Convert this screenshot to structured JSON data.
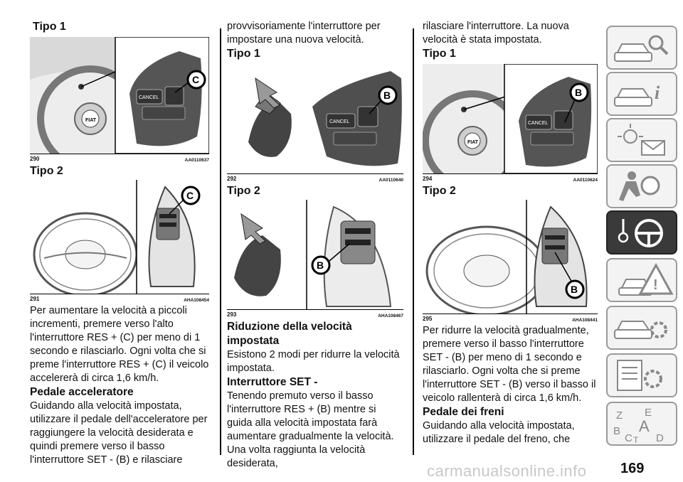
{
  "col1": {
    "heading1": "Tipo 1",
    "fig1": {
      "num": "290",
      "ref": "AA0110637",
      "callout": "C",
      "btn_cancel": "CANCEL",
      "logo": "FIAT"
    },
    "heading2": "Tipo 2",
    "fig2": {
      "num": "291",
      "ref": "AHA108454",
      "callout": "C"
    },
    "para1": "Per aumentare la velocità a piccoli incrementi, premere verso l'alto l'interruttore RES + (C) per meno di 1 secondo e rilasciarlo. Ogni volta che si preme l'interruttore RES + (C) il veicolo accelererà di circa 1,6 km/h.",
    "sub1": "Pedale acceleratore",
    "para2": "Guidando alla velocità impostata, utilizzare il pedale dell'acceleratore per raggiungere la velocità desiderata e quindi premere verso il basso l'interruttore SET - (B) e rilasciare"
  },
  "col2": {
    "para0": "provvisoriamente l'interruttore per impostare una nuova velocità.",
    "heading1": "Tipo 1",
    "fig1": {
      "num": "292",
      "ref": "AA0110640",
      "callout": "B",
      "btn_cancel": "CANCEL"
    },
    "heading2": "Tipo 2",
    "fig2": {
      "num": "293",
      "ref": "AHA108467",
      "callout": "B"
    },
    "sub1": "Riduzione della velocità impostata",
    "para1": "Esistono 2 modi per ridurre la velocità impostata.",
    "sub2": "Interruttore SET -",
    "para2": "Tenendo premuto verso il basso l'interruttore RES + (B) mentre si guida alla velocità impostata farà aumentare gradualmente la velocità. Una volta raggiunta la velocità desiderata,"
  },
  "col3": {
    "para0": "rilasciare l'interruttore. La nuova velocità è stata impostata.",
    "heading1": "Tipo 1",
    "fig1": {
      "num": "294",
      "ref": "AA0110624",
      "callout": "B",
      "btn_cancel": "CANCEL",
      "logo": "FIAT"
    },
    "heading2": "Tipo 2",
    "fig2": {
      "num": "295",
      "ref": "AHA108441",
      "callout": "B"
    },
    "para1": "Per ridurre la velocità gradualmente, premere verso il basso l'interruttore SET - (B) per meno di 1 secondo e rilasciarlo. Ogni volta che si preme l'interruttore SET - (B) verso il basso il veicolo rallenterà di circa 1,6 km/h.",
    "sub1": "Pedale dei freni",
    "para2": "Guidando alla velocità impostata, utilizzare il pedale del freno, che"
  },
  "sidebar": {
    "tabs": [
      {
        "icon": "car-search-icon"
      },
      {
        "icon": "car-info-icon"
      },
      {
        "icon": "warning-lights-icon"
      },
      {
        "icon": "safety-airbag-icon"
      },
      {
        "icon": "key-steering-wheel-icon"
      },
      {
        "icon": "warning-triangle-icon"
      },
      {
        "icon": "car-service-icon"
      },
      {
        "icon": "technical-data-icon"
      },
      {
        "icon": "index-icon"
      }
    ],
    "index_letters": [
      "Z",
      "E",
      "A",
      "B",
      "C",
      "D",
      "T"
    ]
  },
  "page_number": "169",
  "watermark": "carmanualsonline.info"
}
